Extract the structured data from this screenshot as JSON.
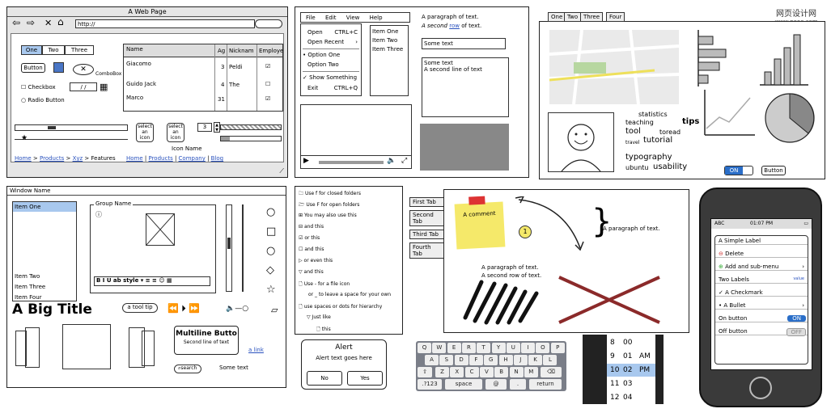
{
  "watermark": {
    "top": "网页设计网",
    "bottom": "www.pooo.com"
  },
  "browser": {
    "title": "A Web Page",
    "url": "http://",
    "tabs": [
      "One",
      "Two",
      "Three"
    ],
    "button": "Button",
    "combobox": "ComboBox",
    "checkbox": "Checkbox",
    "radio": "Radio Button",
    "date": "/ /",
    "table_headers": [
      "Name",
      "Ag",
      "Nicknam",
      "Employe"
    ],
    "table_rows": [
      [
        "Giacomo",
        "3",
        "Peldi",
        "☑"
      ],
      [
        "Guido Jack",
        "4",
        "The",
        "☐"
      ],
      [
        "Marco",
        "31",
        "",
        "☑"
      ]
    ],
    "icon1": "select an icon",
    "icon2": "select an icon",
    "icon_name": "Icon Name",
    "stepper": "3",
    "breadcrumb": [
      "Home",
      "Products",
      "Xyz",
      "Features"
    ],
    "links": [
      "Home",
      "Products",
      "Company",
      "Blog"
    ]
  },
  "menu": {
    "bar": [
      "File",
      "Edit",
      "View",
      "Help"
    ],
    "items": [
      {
        "label": "Open",
        "shortcut": "CTRL+C"
      },
      {
        "label": "Open Recent",
        "shortcut": "›"
      },
      {
        "label": "Option One",
        "shortcut": ""
      },
      {
        "label": "Option Two",
        "shortcut": ""
      },
      {
        "label": "Show Something",
        "shortcut": ""
      },
      {
        "label": "Exit",
        "shortcut": "CTRL+Q"
      }
    ],
    "list": [
      "Item One",
      "Item Two",
      "Item Three"
    ],
    "paragraph": "A paragraph of text.",
    "second_row_pre": "A second",
    "second_row_link": "row",
    "second_row_post": "of text.",
    "input": "Some text",
    "textarea": [
      "Some text",
      "A second line of text"
    ]
  },
  "widgets": {
    "tabs": [
      "One",
      "Two",
      "Three",
      "Four"
    ],
    "tags": [
      "statistics",
      "teaching",
      "tips",
      "tool",
      "toread",
      "travel",
      "tutorial",
      "typography",
      "ubuntu",
      "usability"
    ],
    "on": "ON",
    "button": "Button"
  },
  "window": {
    "title": "Window Name",
    "list": [
      "Item One",
      "Item Two",
      "Item Three",
      "Item Four"
    ],
    "group": "Group Name",
    "big_title": "A Big Title",
    "tooltip": "a tool tip",
    "multiline_title": "Multiline Butto",
    "multiline_sub": "Second line of text",
    "link": "a link",
    "search": "search",
    "some_text": "Some text"
  },
  "tree": {
    "items": [
      "Use f for closed folders",
      "Use F for open folders",
      "You may also use this",
      "and this",
      "or this",
      "and this",
      "or even this",
      "and this",
      "Use - for a file icon",
      "or _ to leave a space for your own",
      "use spaces or dots for hierarchy",
      "Just like",
      "this"
    ]
  },
  "alert": {
    "title": "Alert",
    "text": "Alert text goes here",
    "no": "No",
    "yes": "Yes"
  },
  "keyboard": {
    "row1": [
      "Q",
      "W",
      "E",
      "R",
      "T",
      "Y",
      "U",
      "I",
      "O",
      "P"
    ],
    "row2": [
      "A",
      "S",
      "D",
      "F",
      "G",
      "H",
      "J",
      "K",
      "L"
    ],
    "row3": [
      "Z",
      "X",
      "C",
      "V",
      "B",
      "N",
      "M"
    ],
    "num": ".?123",
    "space": "space",
    "at": "@",
    "ret": "return"
  },
  "picker": {
    "hours": [
      "8",
      "9",
      "10",
      "11",
      "12"
    ],
    "mins": [
      "00",
      "01",
      "02",
      "03",
      "04"
    ],
    "ampm": [
      "AM",
      "PM"
    ]
  },
  "vtabs": [
    "First Tab",
    "Second Tab",
    "Third Tab",
    "Fourth Tab"
  ],
  "notes": {
    "comment": "A comment",
    "para1": "A paragraph of text.",
    "para2": "A paragraph of text.",
    "para3": "A second row of text."
  },
  "phone": {
    "status_left": "ABC",
    "time": "01:07 PM",
    "items": [
      {
        "label": "A Simple Label",
        "right": ""
      },
      {
        "label": "Delete",
        "right": ""
      },
      {
        "label": "Add and sub-menu",
        "right": "›"
      },
      {
        "label": "Two Labels",
        "right": "value"
      },
      {
        "label": "✓ A Checkmark",
        "right": ""
      },
      {
        "label": "• A Bullet",
        "right": "›"
      },
      {
        "label": "On button",
        "right": "ON"
      },
      {
        "label": "Off button",
        "right": "OFF"
      }
    ]
  }
}
